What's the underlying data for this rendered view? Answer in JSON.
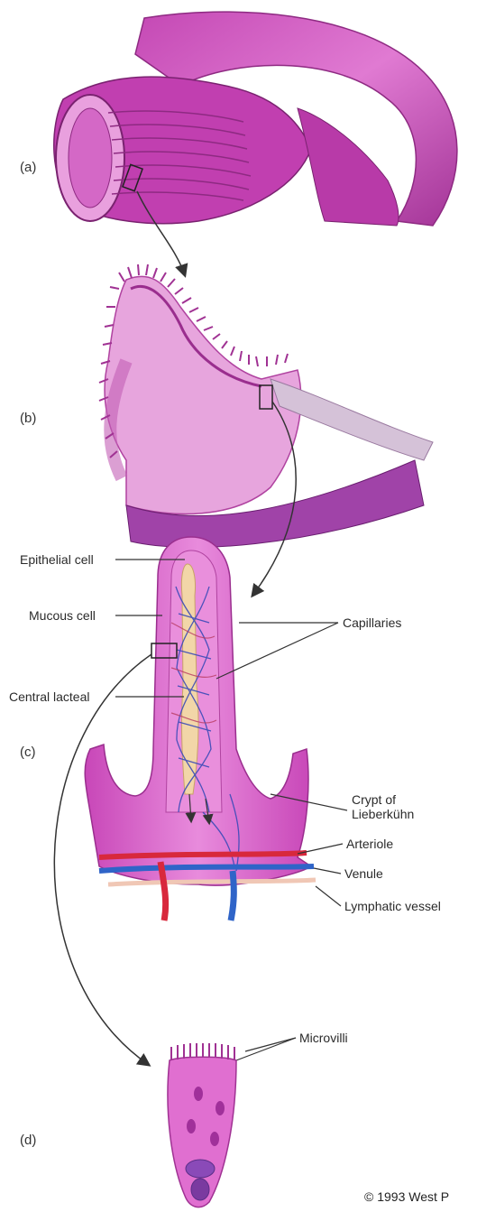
{
  "panels": {
    "a": "(a)",
    "b": "(b)",
    "c": "(c)",
    "d": "(d)"
  },
  "labels": {
    "epithelial_cell": "Epithelial cell",
    "mucous_cell": "Mucous cell",
    "central_lacteal": "Central lacteal",
    "capillaries": "Capillaries",
    "crypt_line1": "Crypt of",
    "crypt_line2": "Lieberkühn",
    "arteriole": "Arteriole",
    "venule": "Venule",
    "lymphatic_vessel": "Lymphatic vessel",
    "microvilli": "Microvilli"
  },
  "copyright": "© 1993 West P",
  "colors": {
    "tissue_pink": "#d85ac8",
    "tissue_dark": "#9a2e8e",
    "tissue_light": "#efa9e4",
    "lacteal": "#f2d6a8",
    "arteriole_red": "#d8283c",
    "venule_blue": "#2f64c8",
    "line": "#333333"
  }
}
